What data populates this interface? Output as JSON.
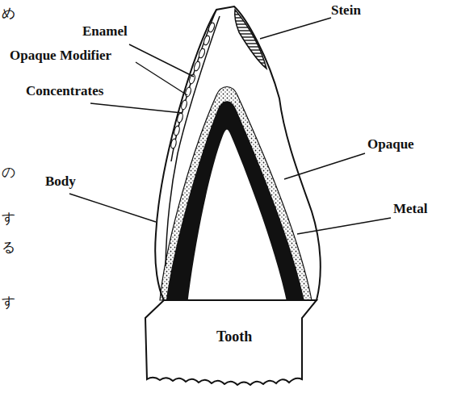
{
  "diagram": {
    "nodes": [
      {
        "text": [
          "Tooth"
        ]
      }
    ],
    "labels": [
      "Enamel",
      "Opaque Modifier",
      "Concentrates",
      "Body",
      "Stein",
      "Opaque",
      "Metal",
      "め",
      "の",
      "す",
      "る",
      "す"
    ]
  }
}
